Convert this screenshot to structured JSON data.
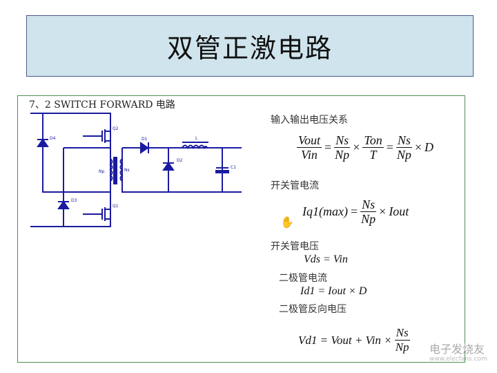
{
  "title": "双管正激电路",
  "heading": "7、2 SWITCH FORWARD 电路",
  "circuit": {
    "labels": {
      "d4": "D4",
      "q2": "Q2",
      "d1": "D1",
      "l": "L",
      "d2": "D2",
      "c1": "C1",
      "np": "Np",
      "ns": "Ns",
      "d3": "D3",
      "q1": "Q1"
    }
  },
  "sections": {
    "io": "输入输出电压关系",
    "sw_current": "开关管电流",
    "sw_voltage": "开关管电压",
    "d_current": "二极管电流",
    "d_reverse": "二极管反向电压"
  },
  "eq": {
    "vout": "Vout",
    "vin": "Vin",
    "eq": "=",
    "times": "×",
    "ns": "Ns",
    "np": "Np",
    "ton": "Ton",
    "t": "T",
    "d": "D",
    "iq1": "Iq1(max)",
    "iout": "Iout",
    "vds": "Vds = Vin",
    "id1": "Id1 = Iout × D",
    "vd1": "Vd1 = Vout + Vin ×"
  },
  "watermark": {
    "text": "电子发烧友",
    "url": "www.elecfans.com"
  }
}
